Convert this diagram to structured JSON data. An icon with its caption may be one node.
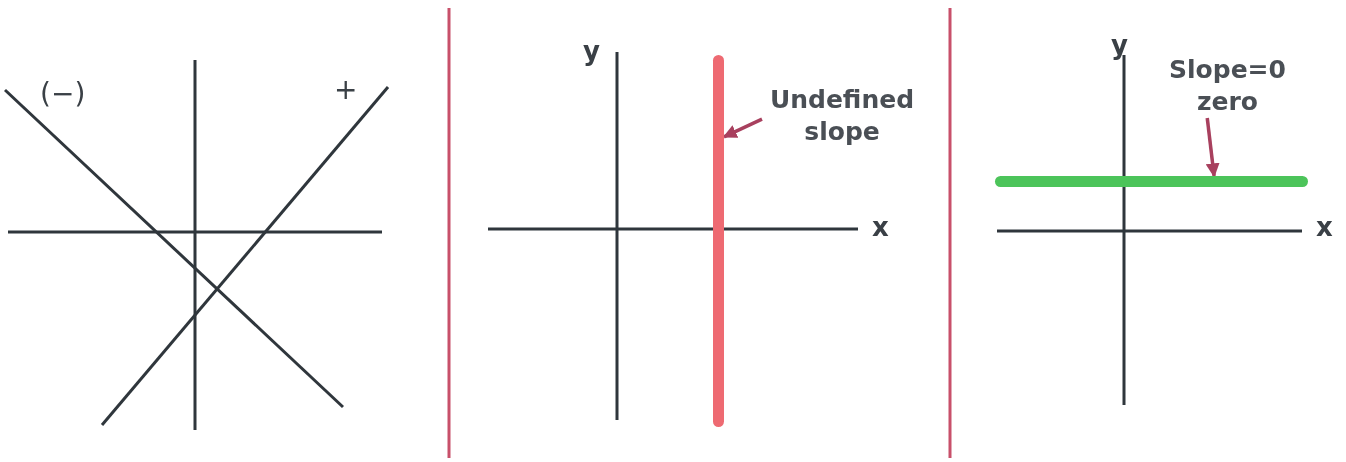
{
  "diagram": {
    "nodes": [
      {
        "text": [
          "Undefined slope"
        ]
      },
      {
        "text": [],
        "shape": "bar"
      },
      {
        "text": [
          "Slope=0",
          "zero"
        ]
      },
      {
        "text": [],
        "shape": "bar"
      }
    ],
    "edges": [
      {
        "from": 0,
        "to": 1,
        "arrow": "to"
      },
      {
        "from": 2,
        "to": 3,
        "arrow": "to"
      }
    ],
    "labels": [
      "(−)",
      "+",
      "y",
      "x",
      "y",
      "x"
    ]
  }
}
